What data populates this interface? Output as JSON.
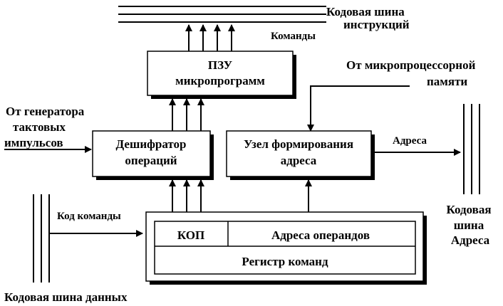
{
  "labels": {
    "instr_bus": [
      "Кодовая шина",
      "инструкций"
    ],
    "commands": "Команды",
    "rom": [
      "ПЗУ",
      "микропрограмм"
    ],
    "from_mem": [
      "От микропроцессорной",
      "памяти"
    ],
    "from_gen": [
      "От генератора",
      "тактовых",
      "импульсов"
    ],
    "decoder": [
      "Дешифратор",
      "операций"
    ],
    "addr_unit": [
      "Узел формирования",
      "адреса"
    ],
    "addresses": "Адреса",
    "addr_bus": [
      "Кодовая",
      "шина",
      "Адреса"
    ],
    "cmd_code": "Код команды",
    "kop": "КОП",
    "operand_addr": "Адреса операндов",
    "cmd_register": "Регистр команд",
    "data_bus": "Кодовая шина данных"
  },
  "colors": {
    "ink": "#000000",
    "background": "#ffffff",
    "shadow": "#000000"
  }
}
